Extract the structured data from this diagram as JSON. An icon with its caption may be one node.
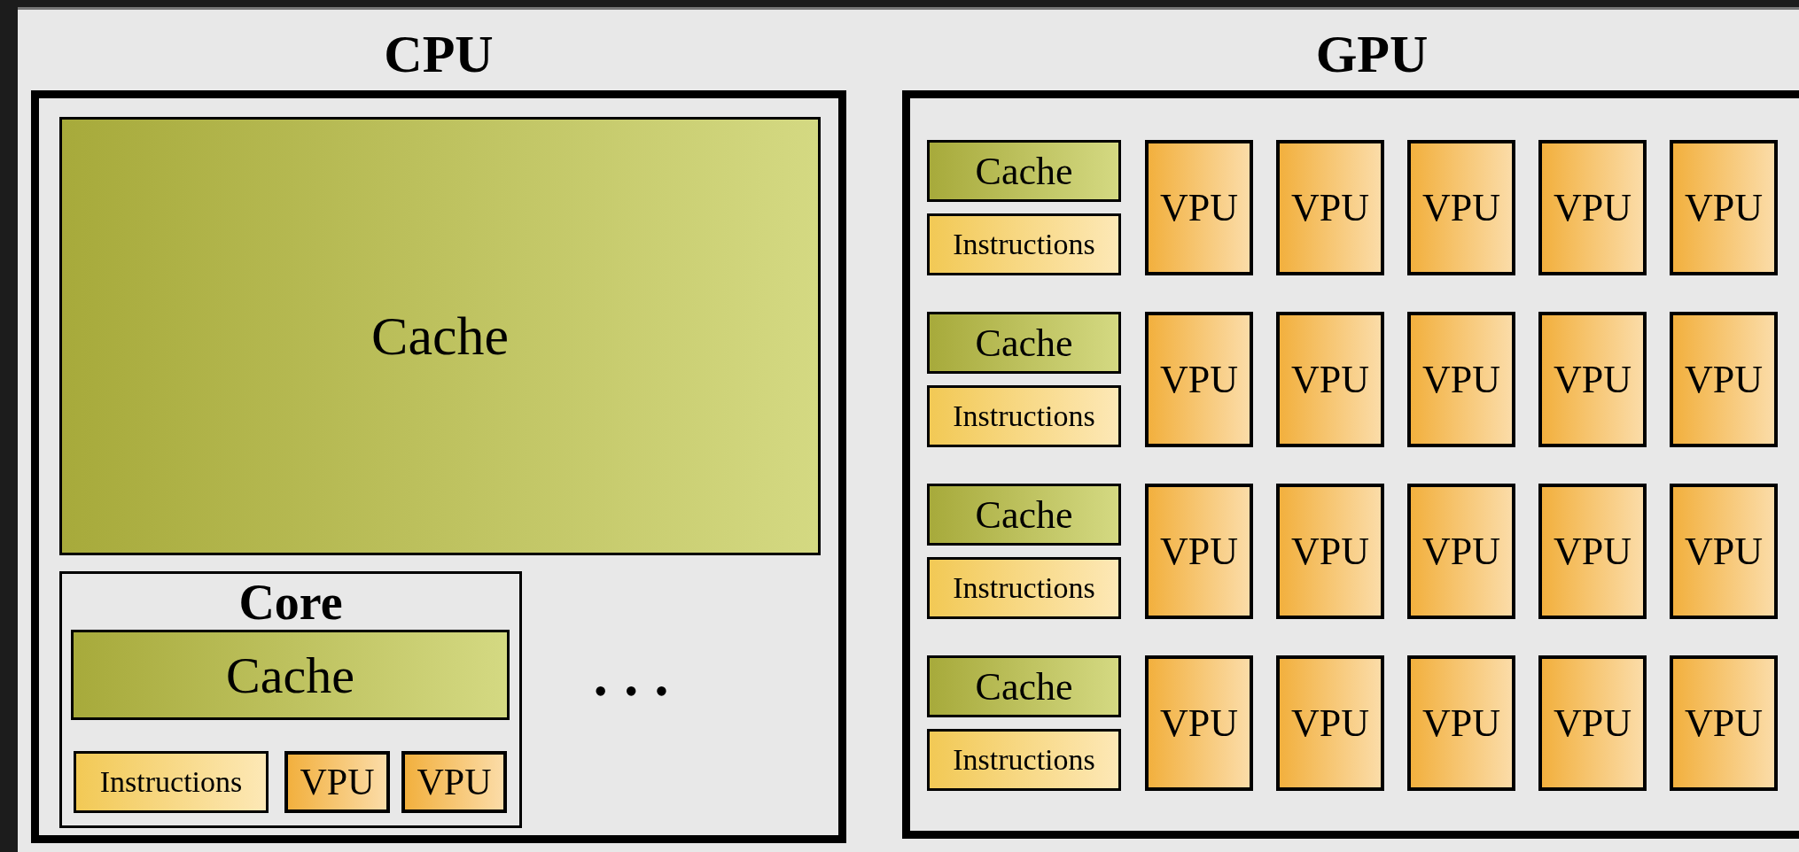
{
  "diagram": {
    "nodes": [
      {
        "text": [
          "CPU"
        ]
      },
      {
        "text": [
          "Cache"
        ],
        "in": 0
      },
      {
        "text": [
          "Core"
        ],
        "in": 0
      },
      {
        "text": [
          "Cache"
        ],
        "in": 2
      },
      {
        "text": [
          "Instructions"
        ],
        "in": 2
      },
      {
        "text": [
          "VPU"
        ],
        "in": 2
      },
      {
        "text": [
          "VPU"
        ],
        "in": 2
      },
      {
        "text": [
          "GPU"
        ]
      },
      {
        "text": [
          "Cache"
        ],
        "in": 7
      },
      {
        "text": [
          "Instructions"
        ],
        "in": 7
      },
      {
        "text": [
          "VPU"
        ],
        "in": 7
      },
      {
        "text": [
          "VPU"
        ],
        "in": 7
      },
      {
        "text": [
          "VPU"
        ],
        "in": 7
      },
      {
        "text": [
          "VPU"
        ],
        "in": 7
      },
      {
        "text": [
          "VPU"
        ],
        "in": 7
      },
      {
        "text": [
          "Cache"
        ],
        "in": 7
      },
      {
        "text": [
          "Instructions"
        ],
        "in": 7
      },
      {
        "text": [
          "VPU"
        ],
        "in": 7
      },
      {
        "text": [
          "VPU"
        ],
        "in": 7
      },
      {
        "text": [
          "VPU"
        ],
        "in": 7
      },
      {
        "text": [
          "VPU"
        ],
        "in": 7
      },
      {
        "text": [
          "VPU"
        ],
        "in": 7
      },
      {
        "text": [
          "Cache"
        ],
        "in": 7
      },
      {
        "text": [
          "Instructions"
        ],
        "in": 7
      },
      {
        "text": [
          "VPU"
        ],
        "in": 7
      },
      {
        "text": [
          "VPU"
        ],
        "in": 7
      },
      {
        "text": [
          "VPU"
        ],
        "in": 7
      },
      {
        "text": [
          "VPU"
        ],
        "in": 7
      },
      {
        "text": [
          "VPU"
        ],
        "in": 7
      },
      {
        "text": [
          "Cache"
        ],
        "in": 7
      },
      {
        "text": [
          "Instructions"
        ],
        "in": 7
      },
      {
        "text": [
          "VPU"
        ],
        "in": 7
      },
      {
        "text": [
          "VPU"
        ],
        "in": 7
      },
      {
        "text": [
          "VPU"
        ],
        "in": 7
      },
      {
        "text": [
          "VPU"
        ],
        "in": 7
      },
      {
        "text": [
          "VPU"
        ],
        "in": 7
      }
    ],
    "edges": [],
    "labels": [
      "• • •"
    ]
  }
}
